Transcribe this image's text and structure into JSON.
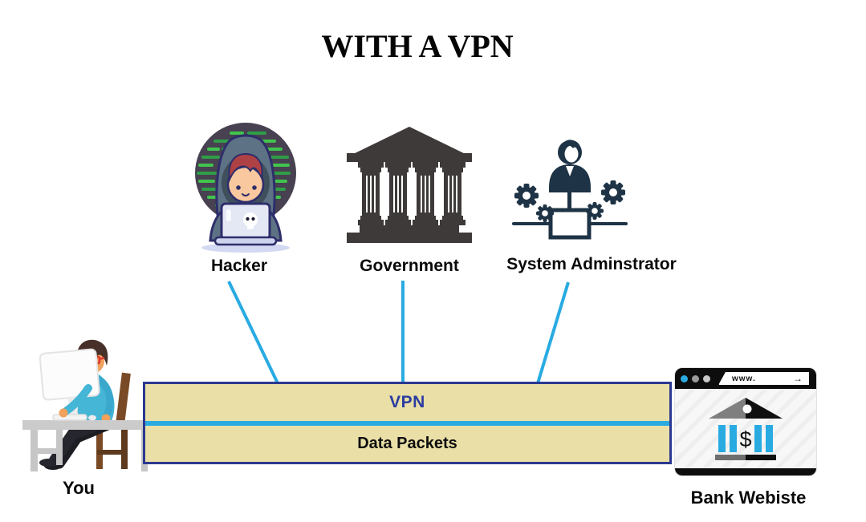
{
  "title": "WITH A VPN",
  "entities": {
    "hacker": {
      "label": "Hacker",
      "icon": "hacker-at-laptop-icon"
    },
    "government": {
      "label": "Government",
      "icon": "government-building-icon"
    },
    "sysadmin": {
      "label": "System Adminstrator",
      "icon": "sysadmin-gears-icon"
    }
  },
  "tunnel": {
    "vpn_label": "VPN",
    "packets_label": "Data Packets"
  },
  "user": {
    "label": "You",
    "icon": "person-at-desk-icon"
  },
  "bank": {
    "label": "Bank Webiste",
    "url_text": "www.",
    "go_arrow": "→",
    "dollar_sign": "$",
    "icon": "bank-browser-icon"
  },
  "colors": {
    "connector_blue": "#29abe2",
    "tunnel_fill": "#e9dfa7",
    "tunnel_border": "#2b3990",
    "vpn_text_blue": "#2b3ca0",
    "government_dark": "#3e3a39",
    "sysadmin_navy": "#1e3345",
    "bank_column_blue": "#29abe2"
  }
}
